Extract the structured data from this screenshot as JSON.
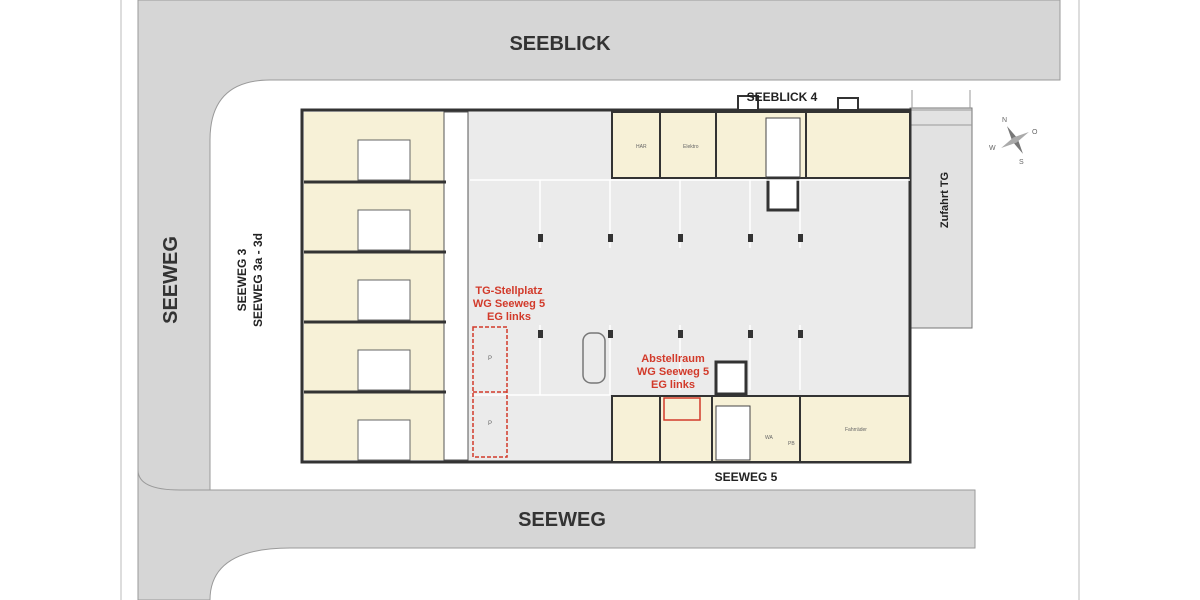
{
  "roads": {
    "north": "SEEBLICK",
    "west": "SEEWEG",
    "south": "SEEWEG"
  },
  "addresses": {
    "seeblick4": "SEEBLICK 4",
    "seeweg3_line1": "SEEWEG 3",
    "seeweg3_line2": "SEEWEG 3a - 3d",
    "seeweg5": "SEEWEG 5",
    "zufahrt": "Zufahrt TG"
  },
  "highlights": {
    "parking": [
      "TG-Stellplatz",
      "WG Seeweg 5",
      "EG links"
    ],
    "storage": [
      "Abstellraum",
      "WG Seeweg 5",
      "EG links"
    ]
  },
  "rooms": {
    "har": "HAR",
    "elektro": "Elektro",
    "fahrrad": "Fahrräder",
    "wa": "WA",
    "pb": "PB",
    "p": "P"
  },
  "compass": {
    "n": "N",
    "o": "O",
    "s": "S",
    "w": "W"
  },
  "colors": {
    "road": "#d6d6d6",
    "room": "#f7f1d7",
    "garage": "#ebebeb",
    "wall": "#3a3a3a",
    "highlight": "#d23a2a"
  }
}
